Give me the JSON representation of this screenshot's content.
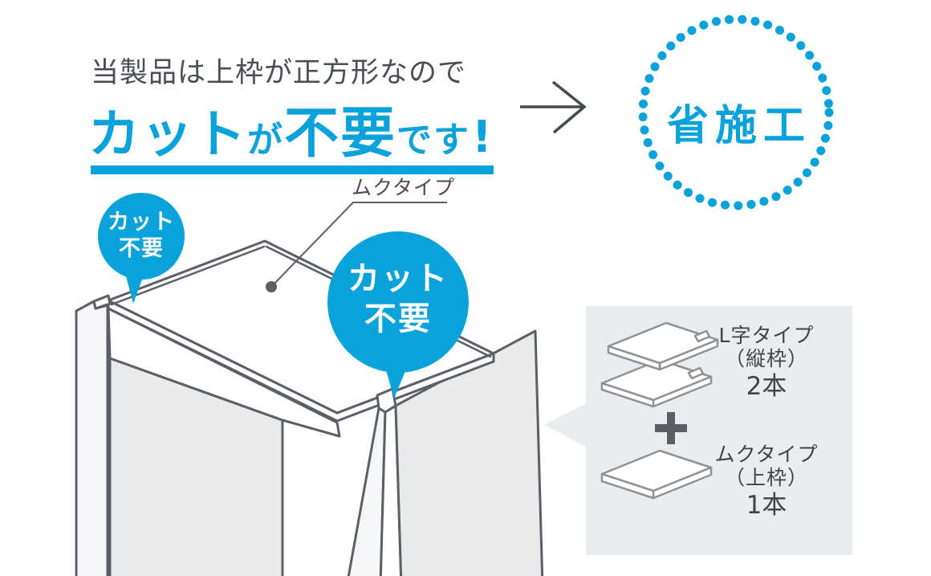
{
  "colors": {
    "accent": "#0aa2da",
    "heading_text": "#4a4e55",
    "outline": "#5b5f66",
    "arrow": "#464a51",
    "panel_bg": "#e8edf0",
    "panel_text": "#3f434a",
    "board_outline": "#8f9296",
    "plus": "#5a5e65",
    "frame_face_white": "#ffffff",
    "frame_face_light": "#f5f6f7",
    "frame_face_gray": "#e8eaec"
  },
  "header": {
    "subtitle": "当製品は上枠が正方形なので",
    "title": {
      "t1": "カット",
      "t2": "が",
      "t3": "不要",
      "t4": "です",
      "t5": "!"
    }
  },
  "badge": {
    "label": "省施工"
  },
  "diagram": {
    "part_label": "ムクタイプ",
    "callout_left": {
      "line1": "カット",
      "line2": "不要"
    },
    "callout_right": {
      "line1": "カット",
      "line2": "不要"
    }
  },
  "panel": {
    "items": [
      {
        "name": "L字タイプ",
        "sub": "（縦枠）",
        "qty": "2本"
      },
      {
        "name": "ムクタイプ",
        "sub": "（上枠）",
        "qty": "1本"
      }
    ]
  }
}
